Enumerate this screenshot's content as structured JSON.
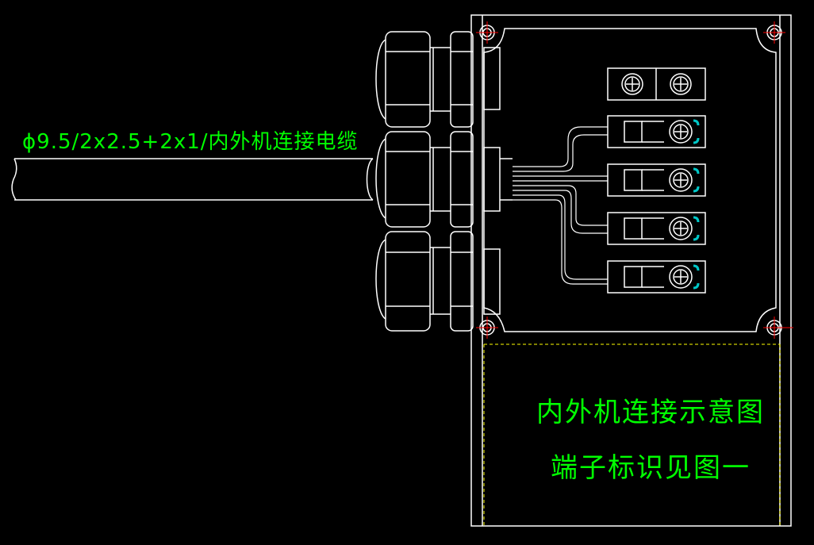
{
  "labels": {
    "cable": "ϕ9.5/2x2.5+2x1/内外机连接电缆",
    "title": "内外机连接示意图",
    "note": "端子标识见图一"
  },
  "colors": {
    "background": "#000000",
    "line": "#ffffff",
    "text": "#00ff00",
    "center_mark": "#ff0000",
    "hidden_line": "#ffff00",
    "clip": "#00c8c8"
  },
  "terminal_block": {
    "ground_screws": 2,
    "wire_terminals": 4
  },
  "cable_glands": 3
}
